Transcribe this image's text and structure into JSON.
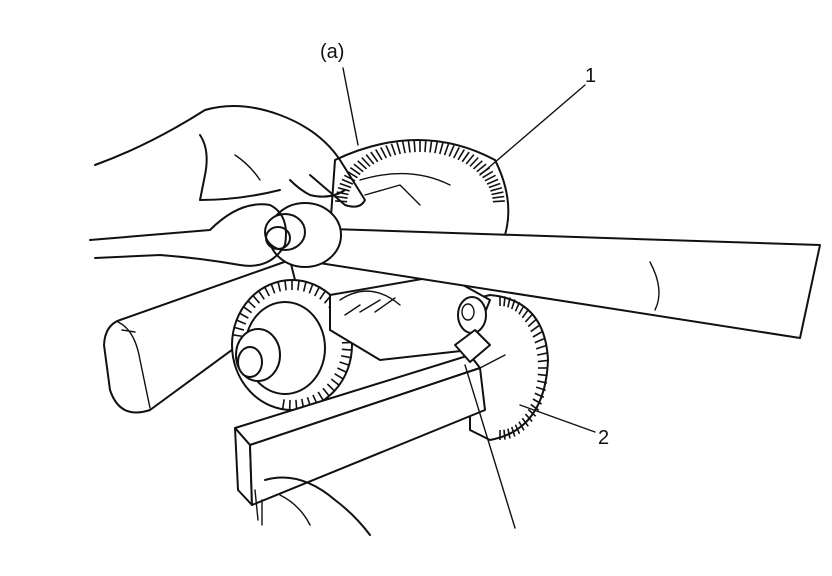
{
  "figure": {
    "callouts": {
      "a": "(a)",
      "one": "1",
      "two": "2"
    },
    "ink_color": "#111111",
    "background_color": "#ffffff"
  }
}
